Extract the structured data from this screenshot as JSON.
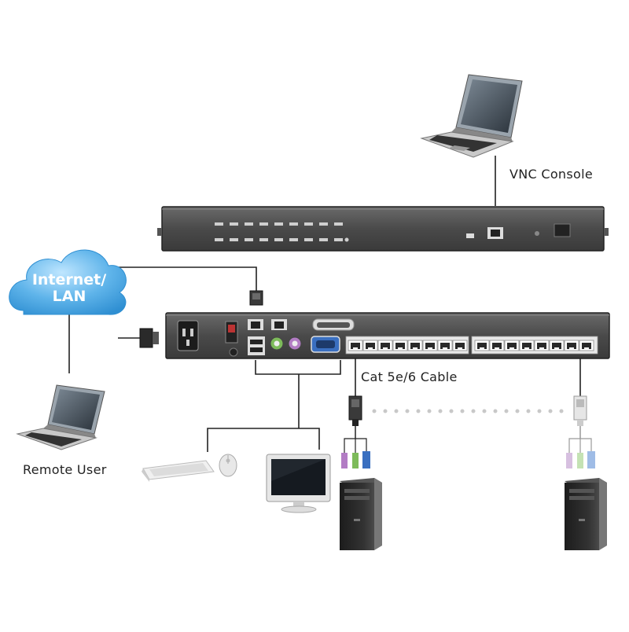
{
  "labels": {
    "vnc_console": "VNC Console",
    "network_line1": "Internet/",
    "network_line2": "LAN",
    "remote_user": "Remote User",
    "cat_cable": "Cat 5e/6 Cable"
  },
  "icons": {
    "cloud": "cloud-icon",
    "laptop": "laptop-icon",
    "keyboard": "keyboard-icon",
    "mouse": "mouse-icon",
    "monitor": "monitor-icon",
    "computer": "tower-computer-icon",
    "connector": "connector-icon",
    "rj45": "rj45-port-icon"
  },
  "colors": {
    "device_body": "#4a4a4a",
    "device_edge": "#2a2a2a",
    "cloud_fill": "#5aaee6",
    "cloud_light": "#a8d8f8",
    "line": "#222222",
    "dotted": "#c8c8c8",
    "ps2_keyboard": "#b27cc4",
    "ps2_mouse": "#7dbb5a",
    "vga_blue": "#3a6fc0"
  }
}
